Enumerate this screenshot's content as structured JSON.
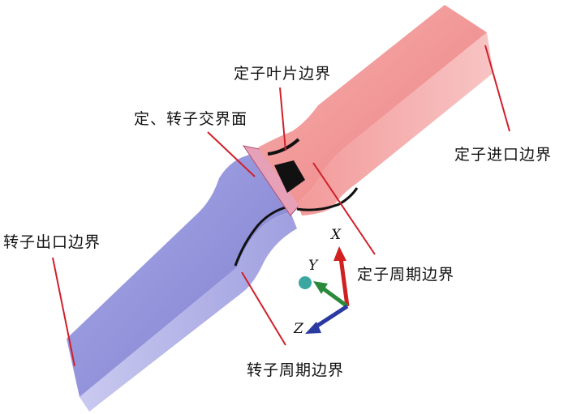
{
  "labels": {
    "stator_blade_boundary": "定子叶片边界",
    "interface": "定、转子交界面",
    "stator_inlet_boundary": "定子进口边界",
    "rotor_outlet_boundary": "转子出口边界",
    "stator_periodic_boundary": "定子周期边界",
    "rotor_periodic_boundary": "转子周期边界"
  },
  "axes": {
    "x": "X",
    "y": "Y",
    "z": "Z"
  },
  "colors": {
    "stator": "#f08a8a",
    "stator_dark": "#d86a6a",
    "rotor": "#8f8fd6",
    "rotor_dark": "#6e6ec0",
    "leader_line": "#d0202a",
    "x_axis": "#d02020",
    "y_axis": "#2a8a3a",
    "z_axis": "#2a3aa0",
    "origin_ball": "#3aa8a0"
  }
}
